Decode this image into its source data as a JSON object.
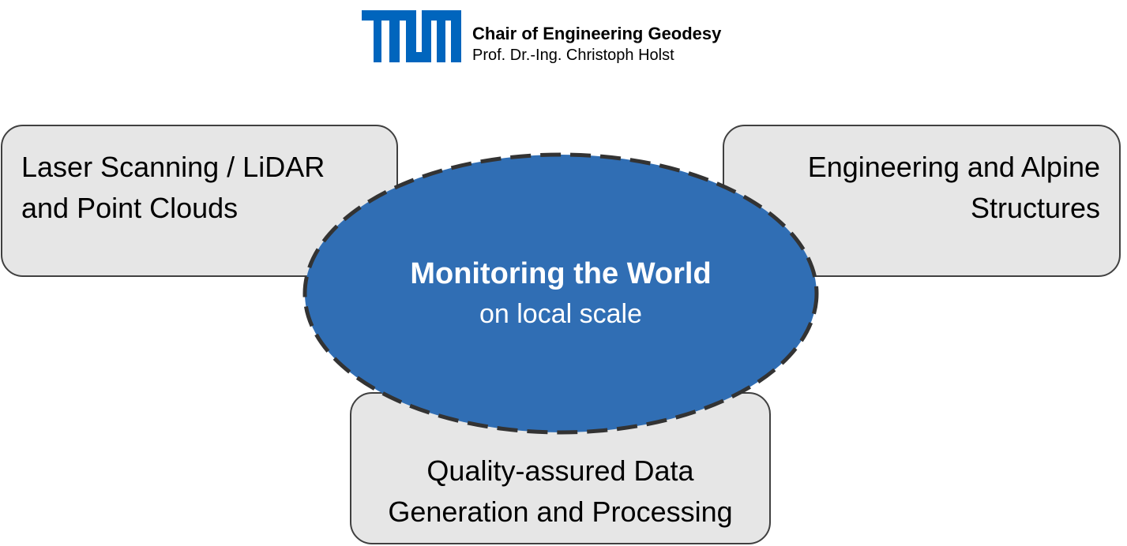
{
  "header": {
    "logo": "TUM logo",
    "chair": "Chair of Engineering Geodesy",
    "professor": "Prof. Dr.-Ing. Christoph Holst"
  },
  "center": {
    "title": "Monitoring the World",
    "subtitle": "on local scale"
  },
  "boxes": {
    "left": [
      "Laser Scanning / LiDAR",
      "and Point Clouds"
    ],
    "right": [
      "Engineering and Alpine",
      "Structures"
    ],
    "bottom": [
      "Quality-assured Data",
      "Generation and Processing"
    ]
  },
  "colors": {
    "tum_blue": "#0065bd",
    "ellipse_fill": "#306eb4",
    "ellipse_border": "#333333",
    "box_fill": "#e6e6e6",
    "box_border": "#404040"
  }
}
